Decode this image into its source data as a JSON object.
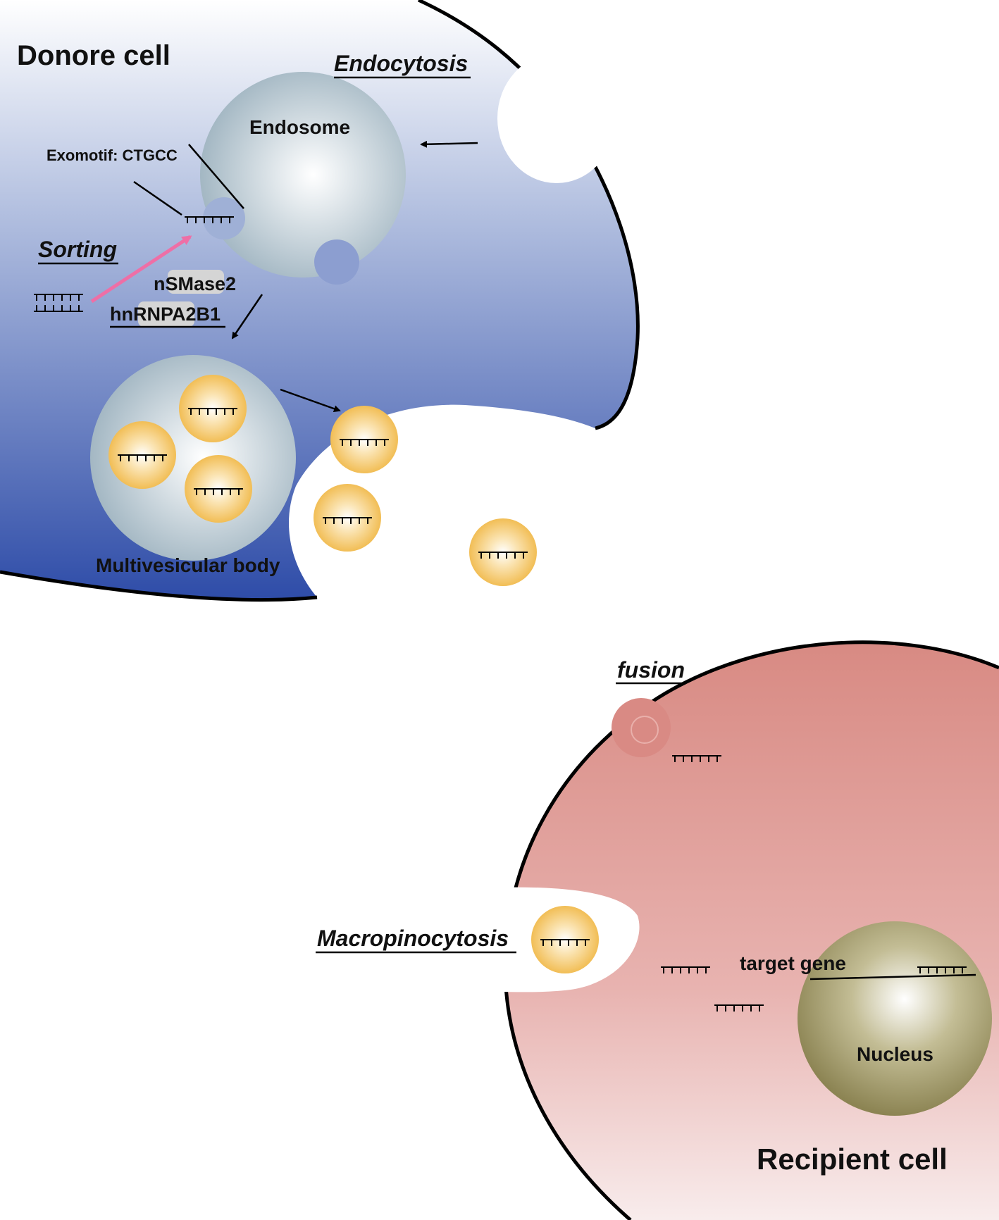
{
  "donor_cell": {
    "title": "Donore cell",
    "endocytosis_label": "Endocytosis",
    "endosome_label": "Endosome",
    "exomotif_label": "Exomotif: CTGCC",
    "sorting_label": "Sorting",
    "nsmase2_label": "nSMase2",
    "hnrnpa2b1_label": "hnRNPA2B1",
    "mvb_label": "Multivesicular body"
  },
  "recipient_cell": {
    "title": "Recipient cell",
    "fusion_label": "fusion",
    "macropinocytosis_label": "Macropinocytosis",
    "target_gene_label": "target gene",
    "nucleus_label": "Nucleus"
  },
  "colors": {
    "donor_top": "#ffffff",
    "donor_bottom": "#2f4ea8",
    "recipient_top": "#da8b84",
    "recipient_bottom": "#f7e6e6",
    "vesicle": "#f0bb4e",
    "nucleus": "#8f8756",
    "endosome": "#a9bcc8",
    "sorting_arrow": "#ee6fa6"
  },
  "icons": [
    "rna-strand-icon",
    "arrow-icon"
  ]
}
